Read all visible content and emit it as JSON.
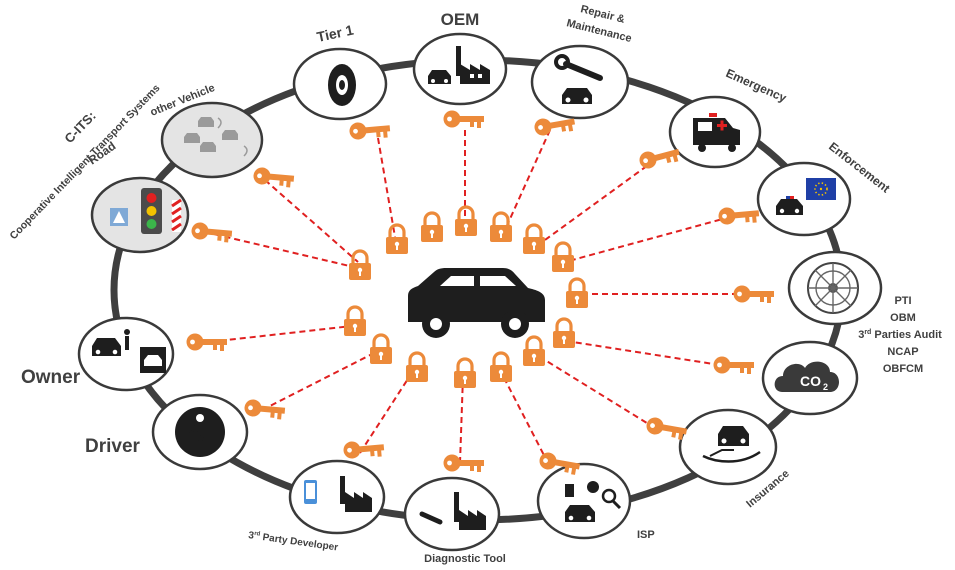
{
  "labels": {
    "oem": "OEM",
    "tier1": "Tier 1",
    "repair_line1": "Repair &",
    "repair_line2": "Maintenance",
    "emergency": "Emergency",
    "enforcement": "Enforcement",
    "pti": "PTI",
    "obm": "OBM",
    "third_parties_pre": "3",
    "third_parties_sup": "rd",
    "third_parties_post": " Parties Audit",
    "ncap": "NCAP",
    "obfcm": "OBFCM",
    "co2": "CO",
    "co2_sub": "2",
    "insurance": "Insurance",
    "isp": "ISP",
    "diagnostic": "Diagnostic Tool",
    "developer_pre": "3",
    "developer_sup": "rd",
    "developer_post": " Party Developer",
    "driver": "Driver",
    "owner": "Owner",
    "road": "Road",
    "other_vehicle": "other Vehicle",
    "cits_line1": "C-ITS:",
    "cits_line2": "Cooperative Intelligent Transport Systems"
  },
  "colors": {
    "ring": "#3f3f3f",
    "accent_orange": "#ec8a3a",
    "link_red": "#e02020",
    "label_grey": "#404040",
    "eu_blue": "#1f3fa6"
  },
  "icons": {
    "center": "car-icon",
    "oem": "factory-car-icon",
    "tier1": "tire-icon",
    "repair": "wrench-car-icon",
    "emergency": "ambulance-icon",
    "enforcement": "police-car-eu-flag-icon",
    "pti": "wheel-rim-icon",
    "co2": "co2-cloud-icon",
    "insurance": "hand-car-icon",
    "isp": "fuel-gear-search-car-icon",
    "diagnostic": "wrench-factory-icon",
    "developer": "phone-factory-icon",
    "driver": "seatbelt-icon",
    "owner": "car-person-garage-icon",
    "road": "traffic-light-icon",
    "other_vehicle": "connected-cars-icon",
    "lock": "padlock-icon",
    "key": "key-icon"
  }
}
